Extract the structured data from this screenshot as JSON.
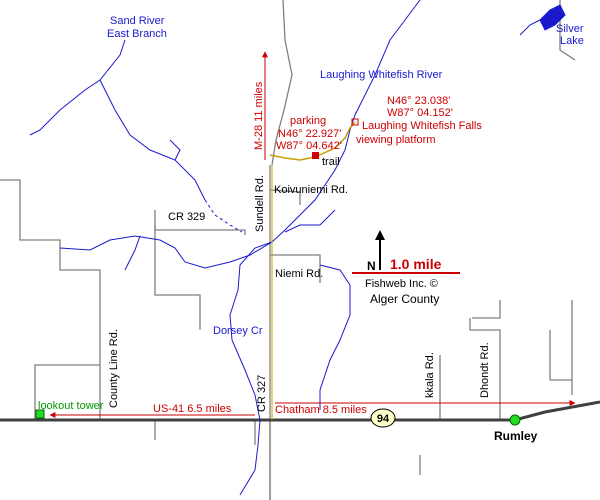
{
  "labels": {
    "sand_river_1": "Sand River",
    "sand_river_2": "East Branch",
    "silver_lake_1": "Silver",
    "silver_lake_2": "Lake",
    "laughing_river": "Laughing Whitefish River",
    "m28": "M-28  11 miles",
    "parking": "parking",
    "parking_n": "N46° 22.927'",
    "parking_w": "W87° 04.642'",
    "falls_n": "N46° 23.038'",
    "falls_w": "W87° 04.152'",
    "falls": "Laughing Whitefish Falls",
    "viewing": "viewing platform",
    "trail": "trail",
    "sundell": "Sundell Rd.",
    "koivuniemi": "Koivuniemi Rd.",
    "cr329": "CR 329",
    "niemi": "Niemi Rd.",
    "scale": "1.0 mile",
    "north": "N",
    "fishweb": "Fishweb Inc. ©",
    "alger": "Alger County",
    "dorsey": "Dorsey Cr",
    "county_line": "County Line Rd.",
    "lookout": "lookout tower",
    "us41": "US-41 6.5 miles",
    "cr327": "CR 327",
    "chatham": "Chatham 8.5 miles",
    "hwy94": "94",
    "kkala": "kkala Rd.",
    "dhondt": "Dhondt Rd.",
    "rumley": "Rumley"
  },
  "colors": {
    "road": "#808080",
    "highway": "#404040",
    "river": "#1a1acc",
    "label_blue": "#1a1acc",
    "label_red": "#cc0000",
    "label_dark": "#000000",
    "label_green": "#009900",
    "trail": "#c8a000"
  }
}
